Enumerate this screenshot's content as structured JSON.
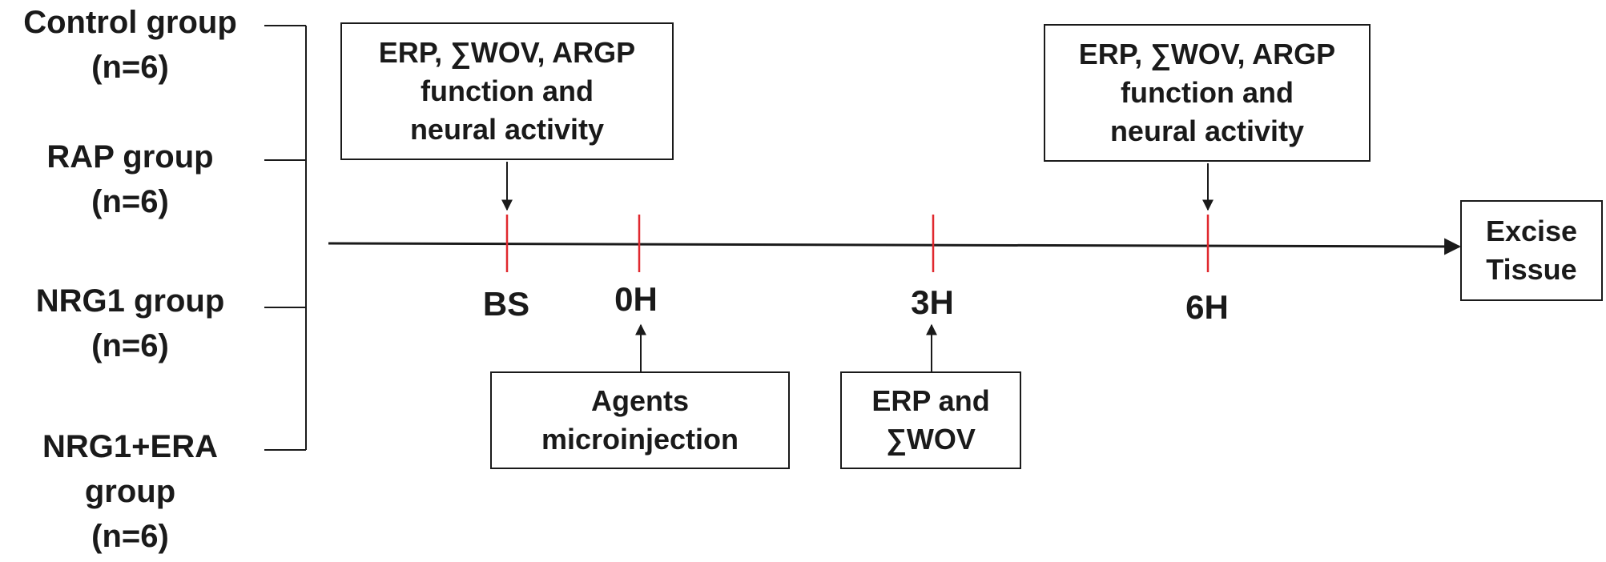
{
  "groups": [
    {
      "name": "Control group",
      "n": "(n=6)"
    },
    {
      "name": "RAP group",
      "n": "(n=6)"
    },
    {
      "name": "NRG1 group",
      "n": "(n=6)"
    },
    {
      "name": "NRG1+ERA",
      "name2": "group",
      "n": "(n=6)"
    }
  ],
  "timeline": {
    "points": [
      "BS",
      "0H",
      "3H",
      "6H"
    ],
    "end_box": {
      "line1": "Excise",
      "line2": "Tissue"
    }
  },
  "top_boxes": [
    {
      "line1": "ERP, ∑WOV, ARGP",
      "line2": "function and",
      "line3": "neural activity"
    },
    {
      "line1": "ERP, ∑WOV, ARGP",
      "line2": "function and",
      "line3": "neural activity"
    }
  ],
  "bottom_boxes": [
    {
      "line1": "Agents",
      "line2": "microinjection"
    },
    {
      "line1": "ERP and",
      "line2": "∑WOV"
    }
  ],
  "colors": {
    "timeline": "#1a1a1a",
    "tick": "#e0282e",
    "text": "#1a1a1a"
  }
}
